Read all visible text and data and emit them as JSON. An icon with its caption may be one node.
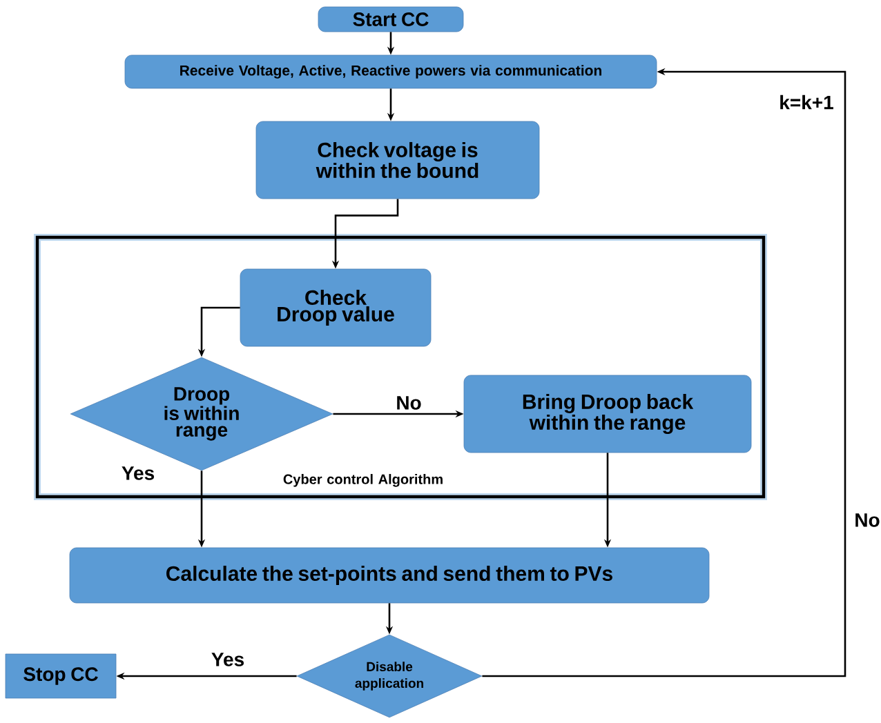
{
  "diagram": {
    "nodes": [
      {
        "text": [
          "Start CC"
        ]
      },
      {
        "text": [
          "Receive Voltage, Active, Reactive powers via communication"
        ]
      },
      {
        "text": [
          "Check voltage is within the bound"
        ]
      },
      {
        "text": [
          "Cyber control Algorithm"
        ]
      },
      {
        "text": [
          "Check Droop value"
        ],
        "in": 3
      },
      {
        "text": [
          "Droop is within range"
        ],
        "in": 3
      },
      {
        "text": [
          "Bring Droop back within the range"
        ],
        "in": 3
      },
      {
        "text": [
          "Calculate the set-points and send them to PVs"
        ]
      },
      {
        "text": [
          "Disable application"
        ]
      },
      {
        "text": [
          "Stop CC"
        ]
      }
    ],
    "edges": [
      {
        "from": 0,
        "to": 1,
        "arrow": "to"
      },
      {
        "from": 1,
        "to": 2,
        "arrow": "to"
      },
      {
        "from": 2,
        "to": 4,
        "arrow": "to"
      },
      {
        "from": 4,
        "to": 5,
        "arrow": "to"
      },
      {
        "from": 5,
        "to": 6,
        "arrow": "to",
        "label": "No"
      },
      {
        "from": 5,
        "to": 7,
        "arrow": "to",
        "label": "Yes"
      },
      {
        "from": 6,
        "to": 7,
        "arrow": "to"
      },
      {
        "from": 7,
        "to": 8,
        "arrow": "to"
      },
      {
        "from": 8,
        "to": 9,
        "arrow": "to",
        "label": "Yes"
      },
      {
        "from": 8,
        "to": 1,
        "arrow": "to",
        "label": "No"
      }
    ],
    "labels": [
      "k=k+1"
    ]
  }
}
